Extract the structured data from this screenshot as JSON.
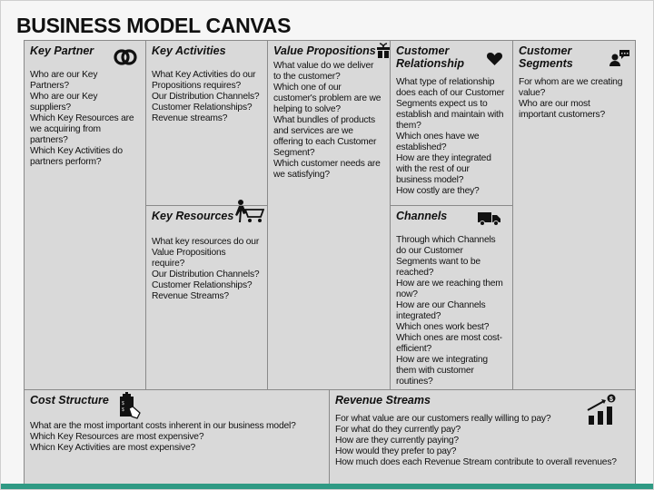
{
  "title": "BUSINESS MODEL CANVAS",
  "blocks": {
    "key_partner": {
      "heading": "Key Partner",
      "text": "Who are our Key\nPartners?\nWho are our Key\nsuppliers?\nWhich Key Resources are\nwe acquiring from\npartners?\nWhich Key Activities do\npartners perform?",
      "icon": "linked-rings-icon"
    },
    "key_activities": {
      "heading": "Key Activities",
      "text": "What Key Activities do our\nPropositions requires?\nOur Distribution Channels?\nCustomer Relationships?\nRevenue streams?"
    },
    "key_resources": {
      "heading": "Key Resources",
      "text": "What key resources do our\nValue Propositions\nrequire?\nOur Distribution Channels?\nCustomer Relationships?\nRevenue Streams?",
      "icon": "person-cart-icon"
    },
    "value_propositions": {
      "heading": "Value Propositions",
      "text": "What value do we deliver\nto the customer?\nWhich one of our\ncustomer's problem are we\nhelping to solve?\nWhat bundles of products\nand services are we\noffering to each Customer\nSegment?\nWhich customer needs are\nwe satisfying?",
      "icon": "gift-icon"
    },
    "customer_relationship": {
      "heading": "Customer\nRelationship",
      "text": "What type of relationship\ndoes each of our Customer\nSegments expect us to\nestablish and maintain with\nthem?\nWhich ones have we\nestablished?\nHow are they integrated\nwith the rest of our\nbusiness model?\nHow costly are they?",
      "icon": "heart-icon"
    },
    "channels": {
      "heading": "Channels",
      "text": "Through which Channels\ndo our Customer\nSegments want to be\nreached?\nHow are we reaching them\nnow?\nHow are our Channels\nintegrated?\nWhich ones work best?\nWhich ones are most cost-\nefficient?\nHow are we integrating\nthem with customer\nroutines?",
      "icon": "delivery-truck-icon"
    },
    "customer_segments": {
      "heading": "Customer\nSegments",
      "text": "For whom are we creating\nvalue?\nWho are our most\nimportant customers?",
      "icon": "person-chat-icon"
    },
    "cost_structure": {
      "heading": "Cost Structure",
      "text": "What are the most important costs inherent in our business model?\nWhich Key Resources are most expensive?\nWhicn Key Activities are most expensive?",
      "icon": "building-cost-icon"
    },
    "revenue_streams": {
      "heading": "Revenue Streams",
      "text": "For what value are our customers really willing to pay?\nFor what do they currently pay?\nHow are they currently paying?\nHow would they prefer to pay?\nHow much does each Revenue Stream contribute to overall revenues?",
      "icon": "revenue-chart-icon"
    }
  },
  "colors": {
    "cell": "#d9d9d9",
    "border": "#8a8a8a",
    "accent": "#2f9a84"
  }
}
